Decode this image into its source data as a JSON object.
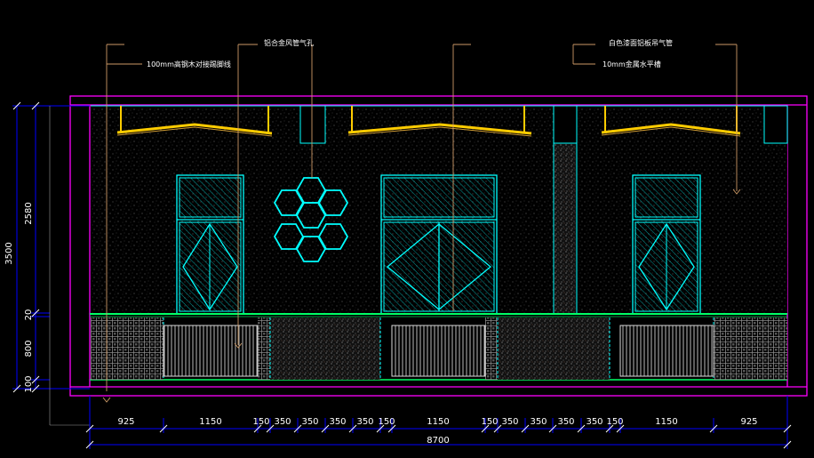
{
  "colors": {
    "background": "#000000",
    "frame": "#ff00ff",
    "cyan": "#00ffff",
    "green": "#00ff66",
    "blue": "#0000ff",
    "yellow": "#ffcc00",
    "leader": "#cc9966",
    "white": "#ffffff",
    "gray": "#9a9a9a"
  },
  "annotations": [
    {
      "id": "a1",
      "text": "100mm高钢木对接踢脚线"
    },
    {
      "id": "a2",
      "text": "铝合金风管气孔"
    },
    {
      "id": "a3",
      "text": "白色漆面铝板吊气管"
    },
    {
      "id": "a4",
      "text": "10mm金属水平槽"
    }
  ],
  "dimensions": {
    "horizontal": [
      "925",
      "1150",
      "150",
      "350",
      "350",
      "350",
      "350",
      "150",
      "1150",
      "150",
      "350",
      "350",
      "350",
      "350",
      "150",
      "1150",
      "925"
    ],
    "total": "8700",
    "vertical_outer": "3500",
    "vertical_inner": [
      "2580",
      "20",
      "800",
      "100"
    ]
  }
}
